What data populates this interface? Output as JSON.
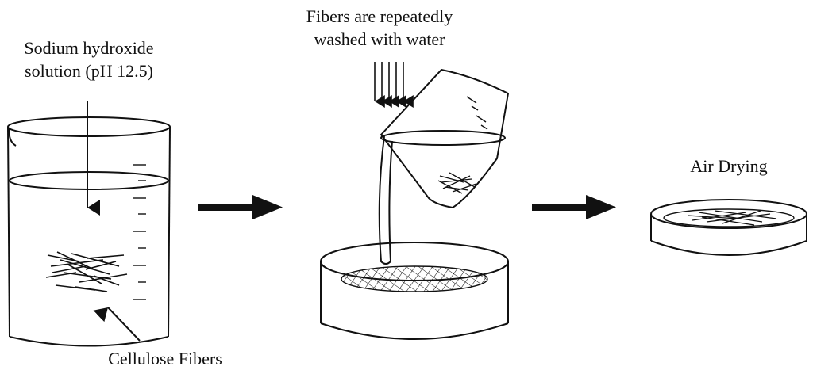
{
  "labels": {
    "reagent_line1": "Sodium hydroxide",
    "reagent_line2": "solution (pH 12.5)",
    "fibers_label": "Cellulose Fibers",
    "wash_line1": "Fibers are repeatedly",
    "wash_line2": "washed with water",
    "drying_label": "Air Drying"
  }
}
